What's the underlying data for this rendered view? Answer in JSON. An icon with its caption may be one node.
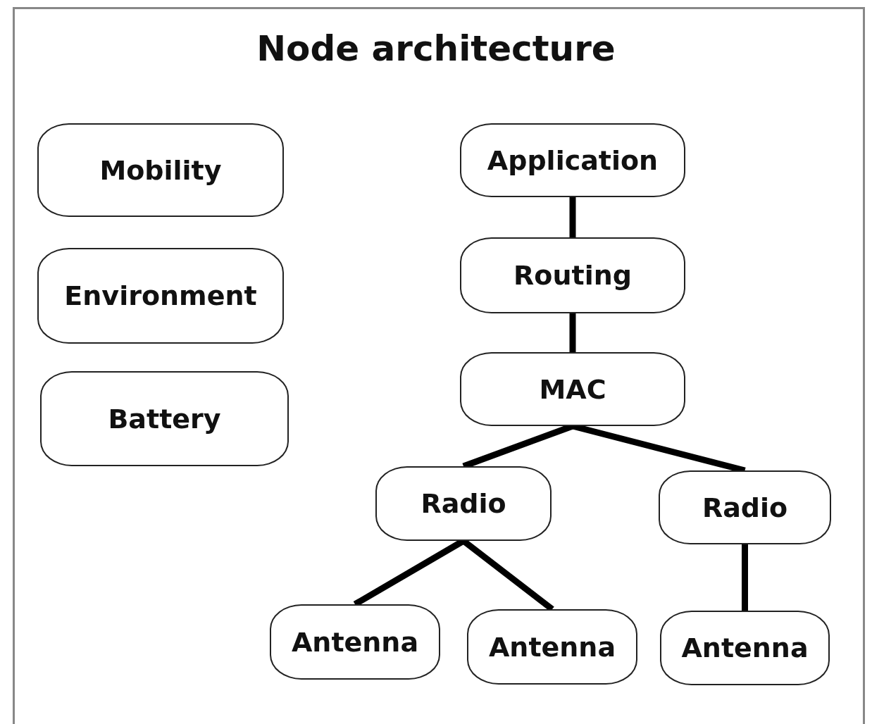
{
  "diagram": {
    "title": "Node architecture",
    "nodes": [
      {
        "text": [
          "Mobility"
        ]
      },
      {
        "text": [
          "Environment"
        ]
      },
      {
        "text": [
          "Battery"
        ]
      },
      {
        "text": [
          "Application"
        ]
      },
      {
        "text": [
          "Routing"
        ]
      },
      {
        "text": [
          "MAC"
        ]
      },
      {
        "text": [
          "Radio"
        ]
      },
      {
        "text": [
          "Radio"
        ]
      },
      {
        "text": [
          "Antenna"
        ]
      },
      {
        "text": [
          "Antenna"
        ]
      },
      {
        "text": [
          "Antenna"
        ]
      }
    ],
    "edges": [
      {
        "from": 3,
        "to": 4,
        "arrow": "none"
      },
      {
        "from": 4,
        "to": 5,
        "arrow": "none"
      },
      {
        "from": 5,
        "to": 6,
        "arrow": "none"
      },
      {
        "from": 5,
        "to": 7,
        "arrow": "none"
      },
      {
        "from": 6,
        "to": 8,
        "arrow": "none"
      },
      {
        "from": 6,
        "to": 9,
        "arrow": "none"
      },
      {
        "from": 7,
        "to": 10,
        "arrow": "none"
      }
    ]
  }
}
